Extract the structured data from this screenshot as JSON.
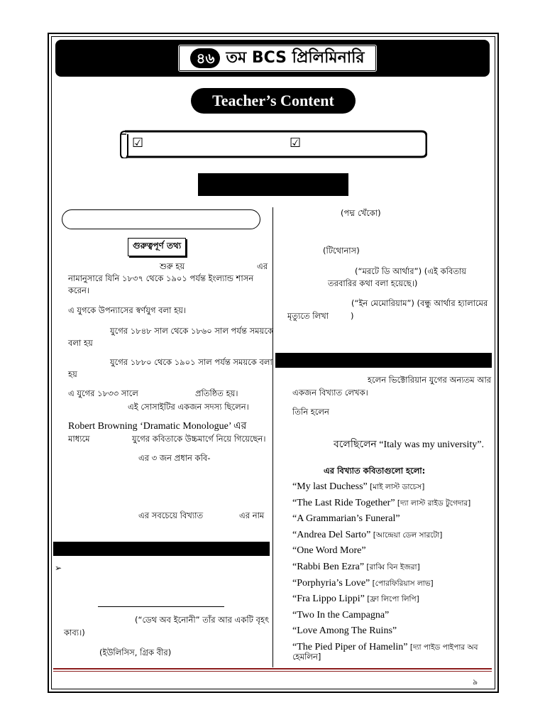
{
  "header": {
    "badge": "৪৬",
    "title_rest": "তম BCS প্রিলিমিনারি",
    "teacher_content": "Teacher’s Content",
    "check_glyph": "☑"
  },
  "left": {
    "info_label": "গুরুত্বপূর্ণ তথ্য",
    "p1_a": "শুরু হয়",
    "p1_b": "এর",
    "p1_c": "নামানুসারে যিনি ১৮৩৭ থেকে ১৯০১ পর্যন্ত ইংল্যান্ড শাসন",
    "p1_d": "করেন।",
    "p2": "এ যুগকে উপন্যাসের স্বর্ণযুগ বলা হয়।",
    "p3_a": "যুগের ১৮৪৮ সাল থেকে ১৮৬০ সাল পর্যন্ত সময়কে",
    "p3_b": "বলা হয়",
    "p4_a": "যুগের ১৮৮০ থেকে ১৯০১ সাল পর্যন্ত সময়কে বলা",
    "p4_b": "হয়",
    "p5_a": "এ যুগের ১৮৩৩ সালে",
    "p5_b": "প্রতিষ্ঠিত হয়।",
    "p5_c": "এই সোসাইটির একজন সদস্য ছিলেন।",
    "p6_a": "Robert Browning ‘Dramatic Monologue’ এর",
    "p6_b": "মাধ্যমে",
    "p6_c": "যুগের কবিতাকে উচ্চমার্গে নিয়ে গিয়েছেন।",
    "p7": "এর ৩ জন প্রধান কবি-",
    "p8_a": "এর সবচেয়ে বিখ্যাত",
    "p8_b": "এর নাম",
    "arrow": "➢",
    "p9_a": "(“ডেথ অব ইনোনী” তাঁর আর একটি বৃহৎ",
    "p9_b": "কাব্য।)",
    "p10": "(ইউলিসিস, গ্রিক বীর)"
  },
  "right": {
    "r1": "(পদ্ম খেঁকো)",
    "r2": "(টিথোনাস)",
    "r3_a": "(“মরটে ডি আর্থার”) (এই কবিতায়",
    "r3_b": "তরবারির কথা বলা হয়েছে।)",
    "r4_a": "(“ইন মেমোরিয়াম”) (বন্ধু আর্থার হ্যালামের",
    "r4_b": "মৃত্যুতে লিখা",
    "r4_c": ")",
    "r5_a": "হলেন ভিক্টোরিয়ান যুগের অন্যতম আর",
    "r5_b": "একজন বিখ্যাত লেখক।",
    "r6": "তিনি হলেন",
    "r7": "বলেছিলেন “Italy was my university”.",
    "r8": "এর বিখ্যাত কবিতাগুলো হলো:",
    "poems": [
      {
        "en": "“My last Duchess”",
        "bn": " [মাই লাস্ট ডাচেস]"
      },
      {
        "en": "“The Last Ride Together”",
        "bn": " [দ্যা লাস্ট রাইড টুগেদার]"
      },
      {
        "en": "“A Grammarian’s Funeral”",
        "bn": ""
      },
      {
        "en": "“Andrea Del Sarto”",
        "bn": " [আন্দ্রেয়া ডেল সারটো]"
      },
      {
        "en": "“One Word More”",
        "bn": ""
      },
      {
        "en": "“Rabbi Ben Ezra”",
        "bn": " [রাব্বি বিন ইজরা]"
      },
      {
        "en": "“Porphyria’s Love”",
        "bn": " [পোরফিরিয়াস লাভ]"
      },
      {
        "en": "“Fra Lippo Lippi”",
        "bn": " [ফ্রা লিপো লিপি]"
      },
      {
        "en": "“Two In the Campagna”",
        "bn": ""
      },
      {
        "en": "“Love Among The Ruins”",
        "bn": ""
      },
      {
        "en": "“The Pied Piper of Hamelin”",
        "bn": " [দ্যা পাইড পাইপার অব"
      }
    ],
    "last_line": "হেমলিন]"
  },
  "footer": {
    "page_number": "৯"
  }
}
